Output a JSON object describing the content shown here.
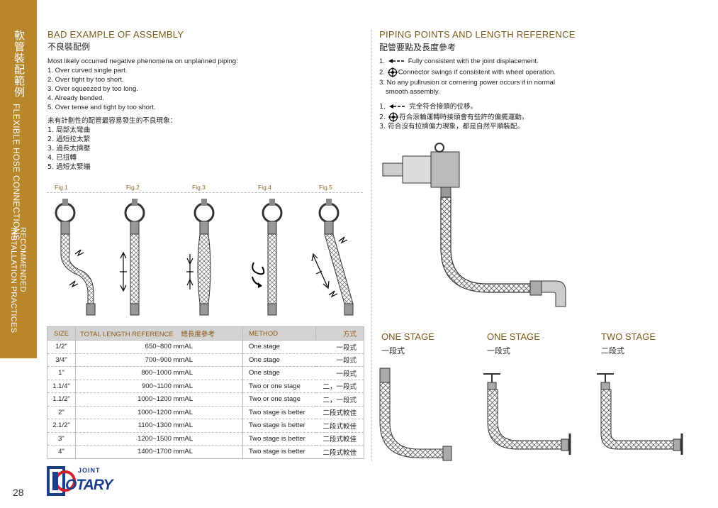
{
  "sidebar": {
    "title_cn": "軟管裝配範例",
    "title_en": "FLEXIBLE HOSE CONNECTIONS",
    "subtitle_line1": "RECOMMENDED",
    "subtitle_line2": "INSTALLATION PRACTICES",
    "band_color": "#b8862b"
  },
  "page_number": "28",
  "logo": {
    "joint": "JOINT",
    "word": "OTARY",
    "letter": "R",
    "color": "#1b3e8a"
  },
  "bad": {
    "title": "BAD EXAMPLE OF ASSEMBLY",
    "title_cn": "不良裝配例",
    "lines_en": [
      "Most likely occurred negative phenomena on unplanned piping:",
      "1. Over curved single part.",
      "2. Over tight by too short.",
      "3. Over squeezed by too long.",
      "4. Already bended.",
      "5. Over tense and tight by too short."
    ],
    "lines_cn": [
      "未有計劃性的配管最容易發生的不良現象：",
      "1. 局部太彎曲",
      "2. 過短拉太緊",
      "3. 過長太擠壓",
      "4. 已扭轉",
      "5. 過短太緊繃"
    ],
    "figs": [
      "Fig.1",
      "Fig.2",
      "Fig.3",
      "Fig.4",
      "Fig.5"
    ]
  },
  "table": {
    "headers": {
      "size": "SIZE",
      "length": "TOTAL LENGTH REFERENCE",
      "length_cn": "總長度參考",
      "method": "METHOD",
      "method_cn": "方式"
    },
    "rows": [
      {
        "size": "1/2\"",
        "length": "650~800 mmAL",
        "method": "One stage",
        "method_cn": "一段式"
      },
      {
        "size": "3/4\"",
        "length": "700~900 mmAL",
        "method": "One stage",
        "method_cn": "一段式"
      },
      {
        "size": "1\"",
        "length": "800~1000 mmAL",
        "method": "One stage",
        "method_cn": "一段式"
      },
      {
        "size": "1.1/4\"",
        "length": "900~1100 mmAL",
        "method": "Two or one stage",
        "method_cn": "二，一段式"
      },
      {
        "size": "1.1/2\"",
        "length": "1000~1200 mmAL",
        "method": "Two or one stage",
        "method_cn": "二，一段式"
      },
      {
        "size": "2\"",
        "length": "1000~1200 mmAL",
        "method": "Two stage is better",
        "method_cn": "二段式較佳"
      },
      {
        "size": "2.1/2\"",
        "length": "1100~1300 mmAL",
        "method": "Two stage is better",
        "method_cn": "二段式較佳"
      },
      {
        "size": "3\"",
        "length": "1200~1500 mmAL",
        "method": "Two stage is better",
        "method_cn": "二段式較佳"
      },
      {
        "size": "4\"",
        "length": "1400~1700 mmAL",
        "method": "Two stage is better",
        "method_cn": "二段式較佳"
      }
    ]
  },
  "piping": {
    "title": "PIPING POINTS AND LENGTH REFERENCE",
    "title_cn": "配管要點及長度參考",
    "en_1": "1.",
    "en_1_text": "Fully consistent with the joint displacement.",
    "en_2": "2.",
    "en_2_text": "Connector swings if consistent with wheel operation.",
    "en_3": "3. No any pullrusion or cornering power occurs if in normal",
    "en_3b": "smooth assembly.",
    "cn_1": "1.",
    "cn_1_text": "完全符合接頭的位移。",
    "cn_2": "2.",
    "cn_2_text": "符合滾輪運轉時接頭會有些許的偏擺運動。",
    "cn_3": "3. 符合沒有拉擠偏力現象，都是自然平順裝配。"
  },
  "stages": [
    {
      "title": "ONE STAGE",
      "title_cn": "一段式"
    },
    {
      "title": "ONE STAGE",
      "title_cn": "一段式"
    },
    {
      "title": "TWO STAGE",
      "title_cn": "二段式"
    }
  ],
  "accent_color": "#7a5a1a"
}
